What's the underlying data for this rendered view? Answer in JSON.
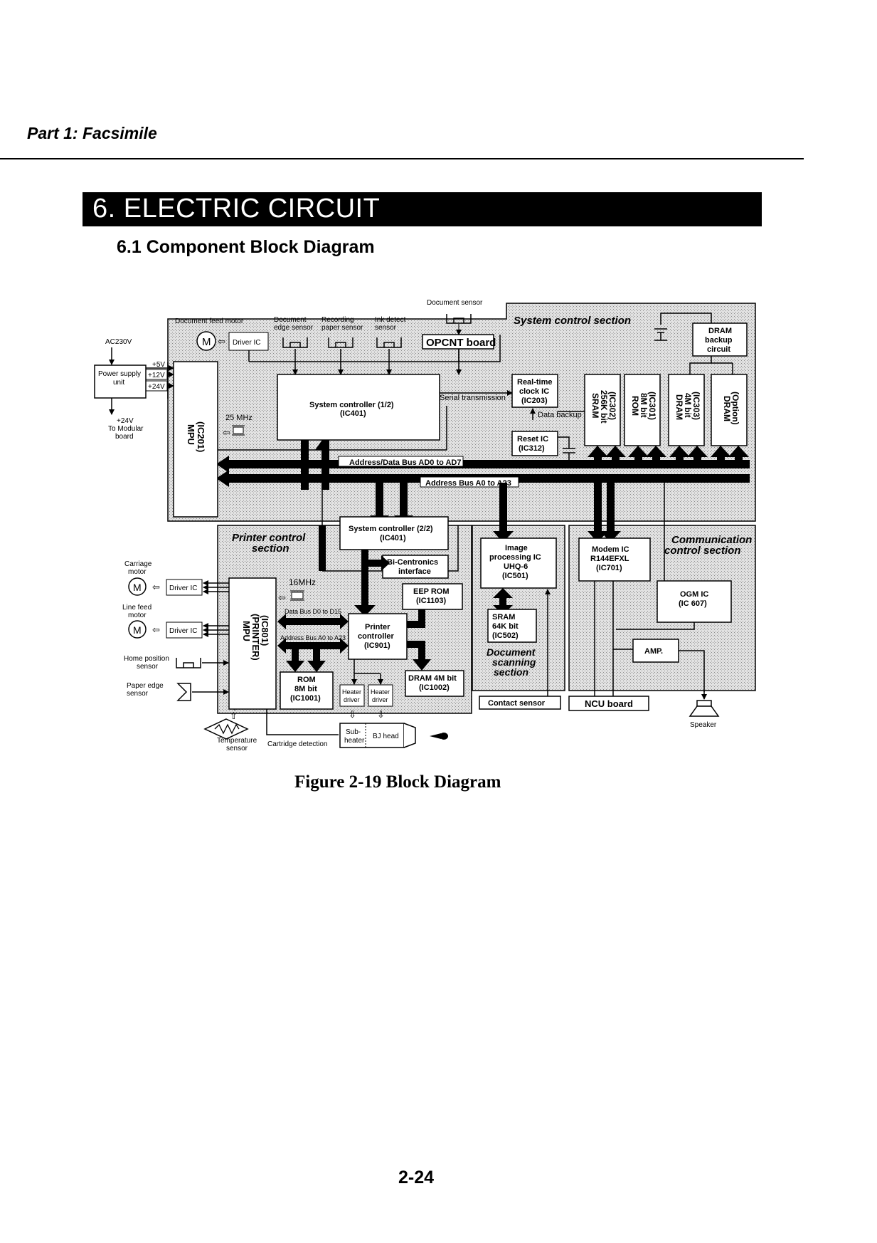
{
  "page": {
    "header": "Part 1: Facsimile",
    "chapter_title": "6. ELECTRIC CIRCUIT",
    "section_title": "6.1 Component Block Diagram",
    "figure_caption": "Figure 2-19 Block Diagram",
    "page_number": "2-24"
  },
  "diagram": {
    "sections": {
      "system_control": "System control section",
      "printer_control_1": "Printer control",
      "printer_control_2": "section",
      "communication_1": "Communication",
      "communication_2": "control section",
      "doc_scanning_1": "Document",
      "doc_scanning_2": "scanning",
      "doc_scanning_3": "section"
    },
    "labels": {
      "document_sensor": "Document sensor",
      "document_feed_motor": "Document feed motor",
      "doc_edge_sensor_1": "Document",
      "doc_edge_sensor_2": "edge sensor",
      "rec_paper_sensor_1": "Recording",
      "rec_paper_sensor_2": "paper sensor",
      "ink_detect_1": "Ink detect",
      "ink_detect_2": "sensor",
      "ac230v": "AC230V",
      "v5": "+5V",
      "v12": "+12V",
      "v24": "+24V",
      "v24_out": "+24V",
      "to_modular_1": "To Modular",
      "to_modular_2": "board",
      "clock_25": "25 MHz",
      "clock_16": "16MHz",
      "serial_transmission": "Serial transmission",
      "data_backup": "Data backup",
      "addr_data_bus": "Address/Data Bus  AD0 to AD7",
      "addr_bus": "Address Bus  A0 to A23",
      "data_bus_d0": "Data Bus D0 to D15",
      "addr_bus_a0": "Address Bus A0 to A23",
      "carriage_motor_1": "Carriage",
      "carriage_motor_2": "motor",
      "line_feed_motor_1": "Line feed",
      "line_feed_motor_2": "motor",
      "home_position_1": "Home position",
      "home_position_2": "sensor",
      "paper_edge_1": "Paper edge",
      "paper_edge_2": "sensor",
      "temperature_1": "Temperature",
      "temperature_2": "sensor",
      "cartridge_detection": "Cartridge detection",
      "speaker": "Speaker",
      "motor_symbol": "M"
    },
    "blocks": {
      "driver_ic": "Driver IC",
      "opcnt_board": "OPCNT board",
      "dram_backup_1": "DRAM",
      "dram_backup_2": "backup",
      "dram_backup_3": "circuit",
      "psu_1": "Power supply",
      "psu_2": "unit",
      "mpu_1": "MPU",
      "mpu_2": "(IC201)",
      "sysctl1_1": "System controller (1/2)",
      "sysctl1_2": "(IC401)",
      "rtc_1": "Real-time",
      "rtc_2": "clock IC",
      "rtc_3": "(IC203)",
      "reset_1": "Reset IC",
      "reset_2": "(IC312)",
      "sram_1": "SRAM",
      "sram_2": "256K bit",
      "sram_3": "(IC302)",
      "rom_1": "ROM",
      "rom_2": "8M bit",
      "rom_3": "(IC301)",
      "dram4_1": "DRAM",
      "dram4_2": "4M bit",
      "dram4_3": "(IC303)",
      "dramopt_1": "DRAM",
      "dramopt_2": "(Option)",
      "sysctl2_1": "System controller (2/2)",
      "sysctl2_2": "(IC401)",
      "bicen_1": "Bi-Centronics",
      "bicen_2": "interface",
      "eeprom_1": "EEP ROM",
      "eeprom_2": "(IC1103)",
      "mpu_p_1": "MPU",
      "mpu_p_2": "(PRINTER)",
      "mpu_p_3": "(IC801)",
      "printer_ctl_1": "Printer",
      "printer_ctl_2": "controller",
      "printer_ctl_3": "(IC901)",
      "prom_1": "ROM",
      "prom_2": "8M bit",
      "prom_3": "(IC1001)",
      "heater_1": "Heater",
      "heater_2": "driver",
      "pdram_1": "DRAM 4M bit",
      "pdram_2": "(IC1002)",
      "subheater_1": "Sub-",
      "subheater_2": "heater",
      "bj_head": "BJ head",
      "imgproc_1": "Image",
      "imgproc_2": "processing IC",
      "imgproc_3": "UHQ-6",
      "imgproc_4": "(IC501)",
      "ssram_1": "SRAM",
      "ssram_2": "64K bit",
      "ssram_3": "(IC502)",
      "contact_sensor": "Contact sensor",
      "modem_1": "Modem IC",
      "modem_2": "R144EFXL",
      "modem_3": "(IC701)",
      "ogm_1": "OGM IC",
      "ogm_2": "(IC 607)",
      "amp": "AMP.",
      "ncu_board": "NCU board"
    }
  }
}
